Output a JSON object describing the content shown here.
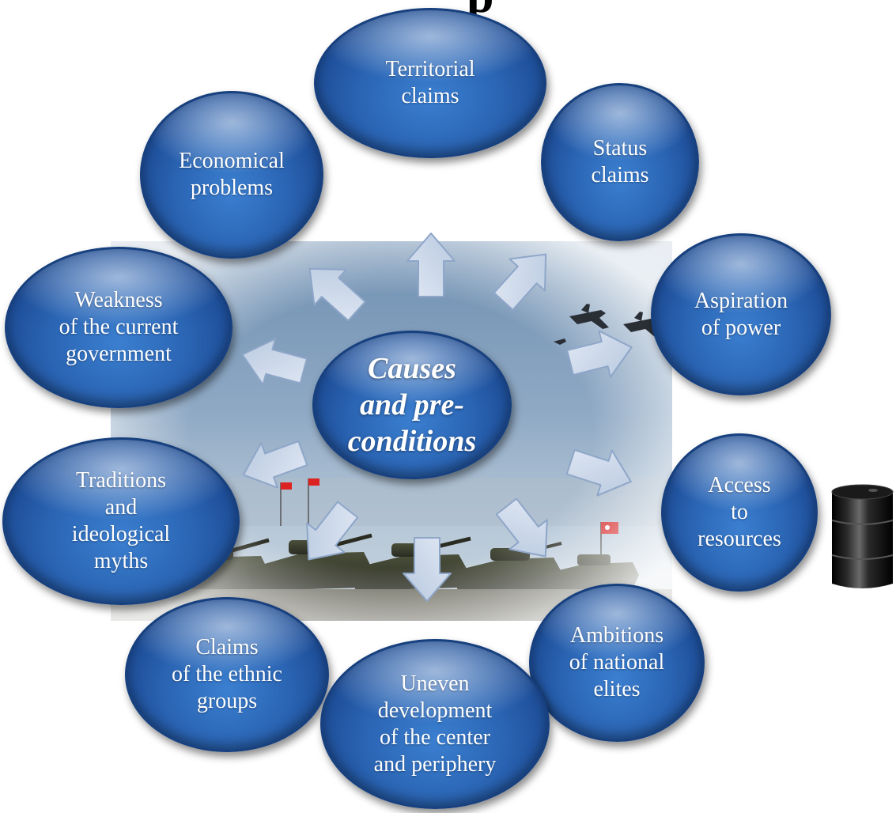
{
  "title_fragment": "…p…",
  "center": "Causes\nand pre-\nconditions",
  "nodes": {
    "territorial": "Territorial\nclaims",
    "status": "Status\nclaims",
    "economical": "Economical\nproblems",
    "aspiration": "Aspiration\nof power",
    "weakness": "Weakness\nof  the current\ngovernment",
    "access": "Access\nto\nresources",
    "traditions": "Traditions\nand\nideological\nmyths",
    "ambitions": "Ambitions\nof national\nelites",
    "claims_ethnic": "Claims\nof the ethnic\ngroups",
    "uneven": "Uneven\ndevelopment\nof the center\nand  periphery"
  },
  "colors": {
    "oval_main": "#2a64b3",
    "oval_border": "#17407f",
    "arrow_fill": "#c9d6ea",
    "arrow_stroke": "#8ea6c8"
  },
  "icons": {
    "barrel": "oil-barrel-icon",
    "jets": "fighter-jet-icon",
    "flags": "flag-icon"
  }
}
